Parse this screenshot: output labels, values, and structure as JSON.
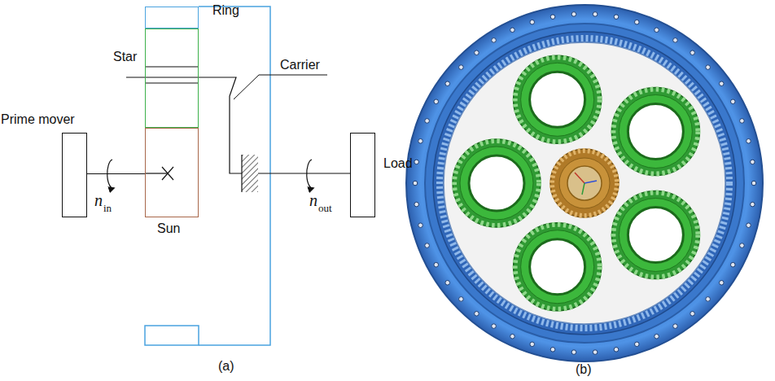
{
  "diagram": {
    "nodes": [
      {
        "text": [
          "Prime mover"
        ]
      },
      {
        "text": [
          "Ring"
        ]
      },
      {
        "text": [
          "Star"
        ]
      },
      {
        "text": [
          "Sun"
        ]
      },
      {
        "text": [
          "Load"
        ]
      }
    ],
    "edges": [
      {
        "from": 0,
        "to": 3,
        "arrow": "none"
      }
    ],
    "labels": [
      "Carrier",
      "n",
      "in",
      "n",
      "out",
      "(a)",
      "(b)"
    ]
  }
}
